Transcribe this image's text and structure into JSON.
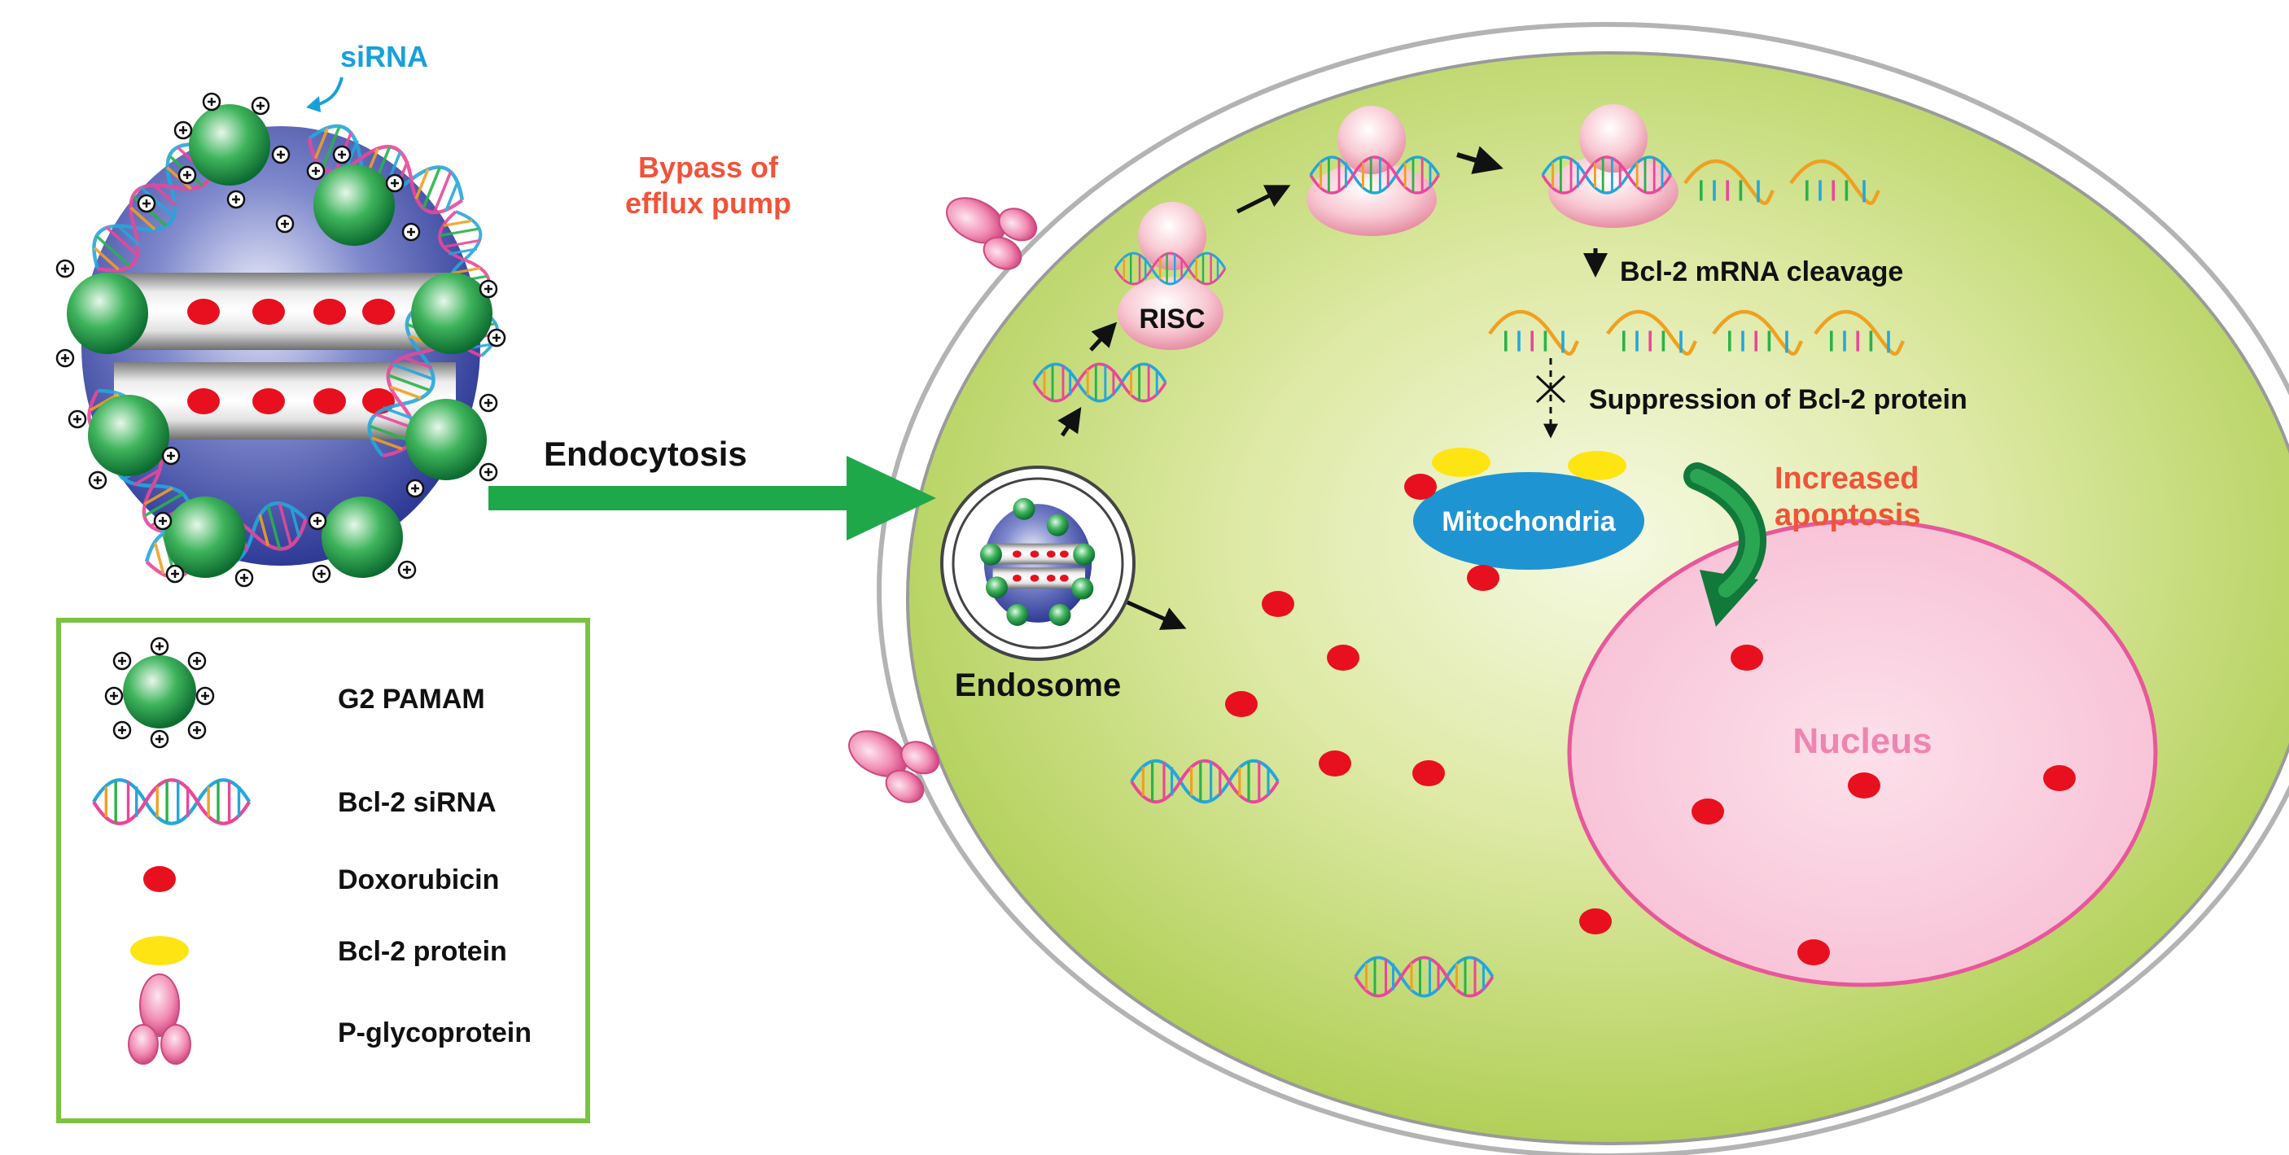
{
  "labels": {
    "sirna": "siRNA",
    "bypass_line1": "Bypass of",
    "bypass_line2": "efflux pump",
    "endocytosis": "Endocytosis",
    "risc": "RISC",
    "cleavage": "Bcl-2 mRNA cleavage",
    "suppression": "Suppression of Bcl-2 protein",
    "mitochondria": "Mitochondria",
    "apoptosis_line1": "Increased",
    "apoptosis_line2": "apoptosis",
    "endosome": "Endosome",
    "nucleus": "Nucleus"
  },
  "legend": [
    {
      "label": "G2 PAMAM",
      "icon": "pamam-dendrimer-icon"
    },
    {
      "label": "Bcl-2 siRNA",
      "icon": "double-helix-icon"
    },
    {
      "label": "Doxorubicin",
      "icon": "red-dot-icon"
    },
    {
      "label": "Bcl-2 protein",
      "icon": "yellow-ellipse-icon"
    },
    {
      "label": "P-glycoprotein",
      "icon": "p-glycoprotein-icon"
    }
  ],
  "colors": {
    "cytoplasm": "#b5d35a",
    "arrow_green": "#1ea84a",
    "doxorubicin": "#e8101e",
    "nucleus": "#f9c6da",
    "nucleus_stroke": "#e8579a",
    "mitochondria": "#1f94d2",
    "bcl2_protein": "#ffe414",
    "sirna_label": "#1aa0d8",
    "highlight_text": "#f0533a",
    "legend_border": "#7cc242"
  }
}
